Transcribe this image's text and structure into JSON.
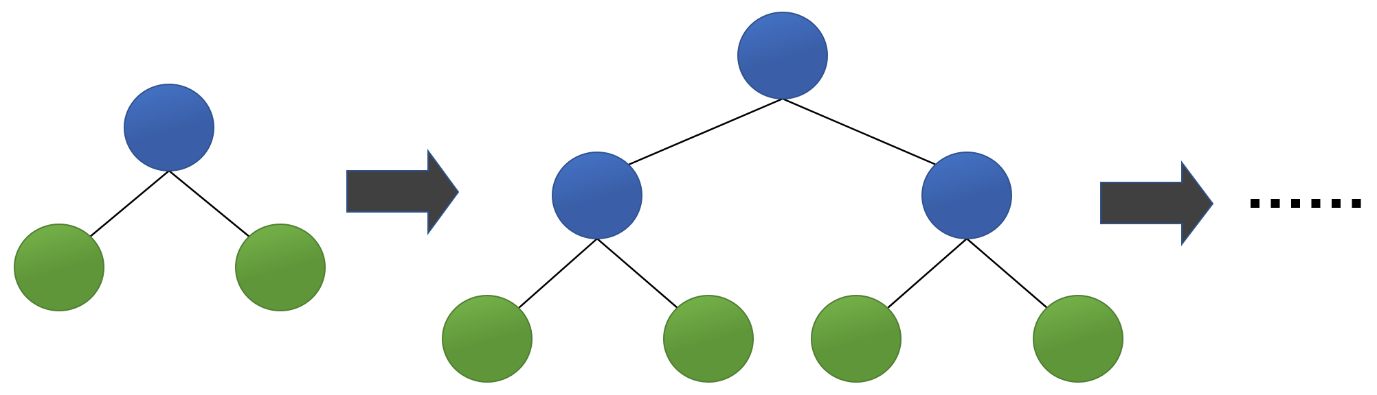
{
  "diagram": {
    "description_free": true,
    "colors": {
      "internal_node_top": "#4472c4",
      "internal_node_bottom": "#3a5fa8",
      "internal_node_stroke": "#2f528f",
      "leaf_node_top": "#70ad47",
      "leaf_node_bottom": "#5f9639",
      "leaf_node_stroke": "#507e32",
      "arrow_fill": "#404040",
      "edge": "#000000"
    },
    "stages": [
      {
        "id": "stage-1",
        "depth": 1,
        "internal_nodes": 1,
        "leaf_nodes": 2
      },
      {
        "id": "stage-2",
        "depth": 2,
        "internal_nodes": 3,
        "leaf_nodes": 4
      }
    ],
    "arrows": 2,
    "continuation_dots": 6
  }
}
